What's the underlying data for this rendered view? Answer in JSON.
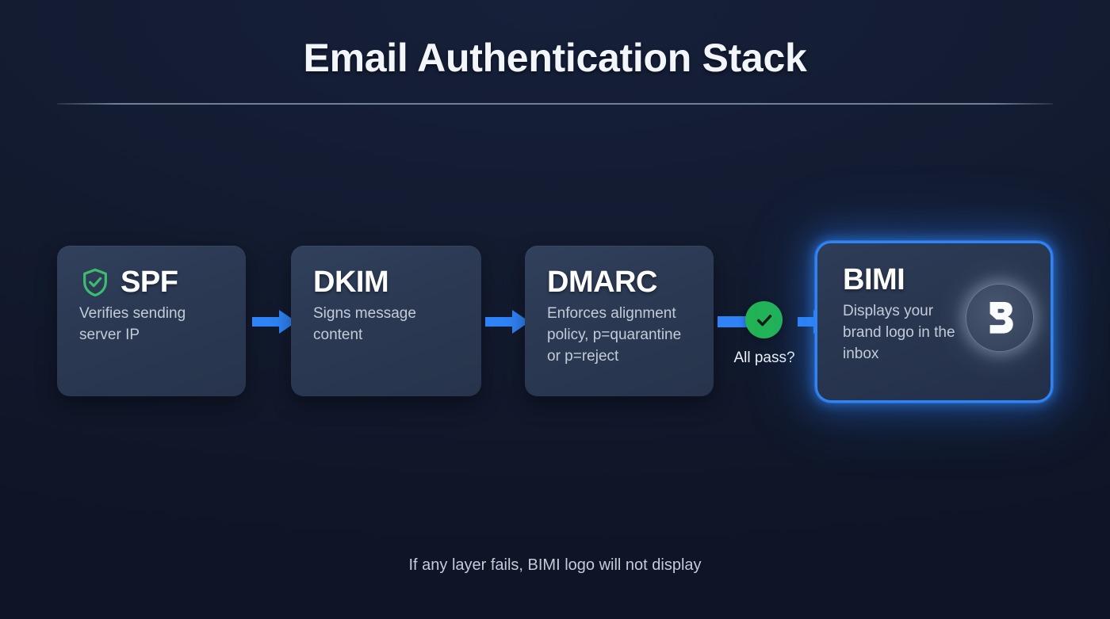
{
  "header": {
    "title": "Email Authentication Stack"
  },
  "flow": {
    "steps": [
      {
        "id": "spf",
        "title": "SPF",
        "desc": "Verifies sending server IP",
        "icon": "shield-check-icon",
        "icon_color": "#3dbd6e",
        "highlighted": false
      },
      {
        "id": "dkim",
        "title": "DKIM",
        "desc": "Signs message content",
        "icon": "",
        "highlighted": false
      },
      {
        "id": "dmarc",
        "title": "DMARC",
        "desc": "Enforces alignment policy, p=quarantine or p=reject",
        "icon": "",
        "highlighted": false
      },
      {
        "id": "bimi",
        "title": "BIMI",
        "desc": "Displays your brand logo in the inbox",
        "icon": "bimi-brand-logo-icon",
        "highlighted": true,
        "highlight_color": "#2f83f6"
      }
    ],
    "gate": {
      "label": "All pass?",
      "state_icon": "check-circle-icon",
      "state_color": "#22b455"
    },
    "arrow_color": "#2f83f6"
  },
  "footer": {
    "note": "If any layer fails, BIMI logo will not display"
  },
  "colors": {
    "background": "#121a2e",
    "card": "#2b3953",
    "accent": "#2f83f6",
    "pass": "#22b455",
    "title_text": "#f2f5fa",
    "body_text": "#c3cbd8"
  }
}
